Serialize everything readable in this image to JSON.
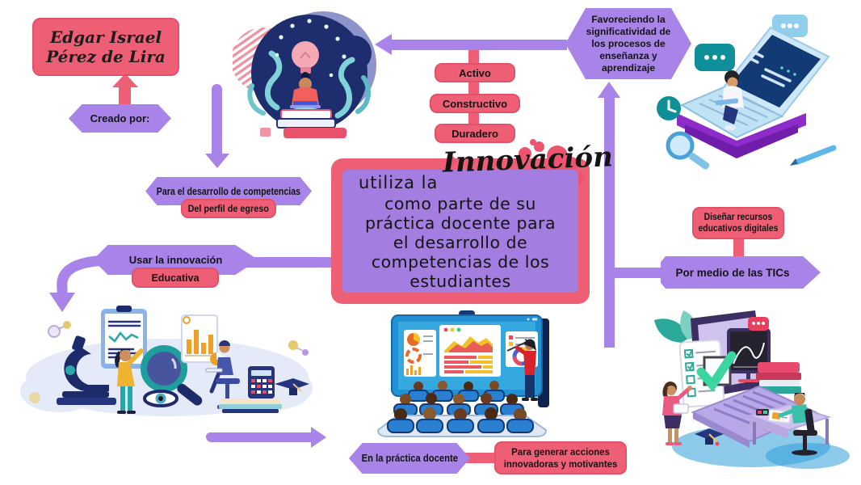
{
  "title": "Innovación mind map",
  "colors": {
    "pink": "#ee5f75",
    "purple": "#a884e8",
    "purple_deep": "#a37de0",
    "navy": "#1d2d6e",
    "ink": "#141414"
  },
  "author": {
    "name_line1": "Edgar Israel",
    "name_line2": "Pérez de Lira",
    "created_by": "Creado por:"
  },
  "central": {
    "intro": "utiliza la",
    "script": "Innovación",
    "body": [
      "como parte de su",
      "práctica docente para",
      "el desarrollo de",
      "competencias de los",
      "estudiantes"
    ]
  },
  "qualities": [
    "Activo",
    "Constructivo",
    "Duradero"
  ],
  "nodes": {
    "favoreciendo": "Favoreciendo la significatividad de los procesos de enseñanza y aprendizaje",
    "desarrollo": "Para el desarrollo de competencias",
    "perfil": "Del perfil de egreso",
    "usar": "Usar la innovación",
    "educativa": "Educativa",
    "disenar_line1": "Diseñar recursos",
    "disenar_line2": "educativos digitales",
    "tics": "Por medio de las TICs",
    "practica": "En la práctica docente",
    "generar_line1": "Para generar acciones",
    "generar_line2": "innovadoras y motivantes"
  },
  "illustrations": {
    "ideas": "person-studying-with-lightbulb",
    "elearning": "person-on-giant-laptop-and-book",
    "research": "research-and-analysis-scene",
    "classroom": "virtual-classroom-in-laptop",
    "workspace": "online-learning-workspace"
  }
}
